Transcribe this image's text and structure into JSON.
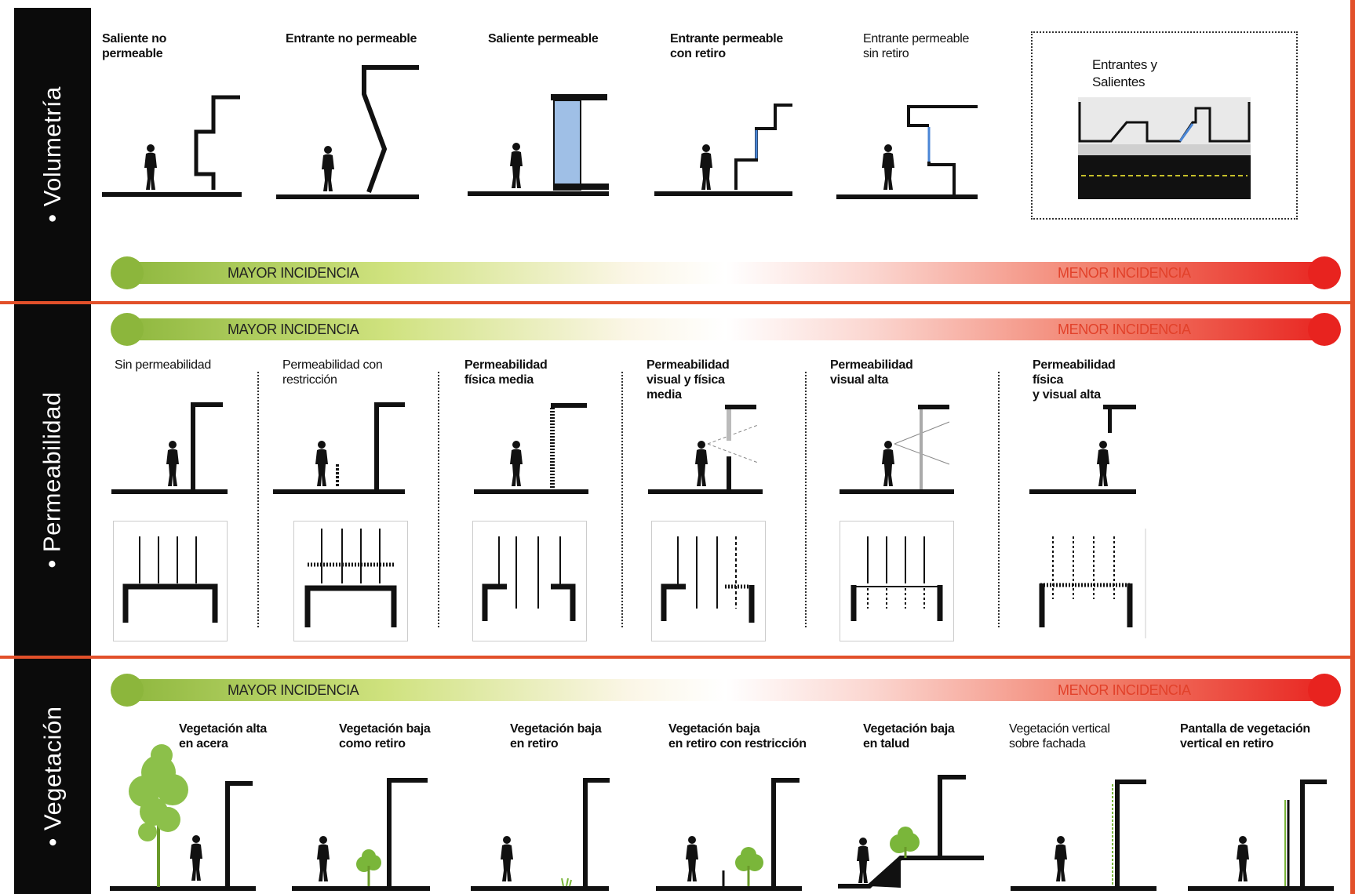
{
  "sections": {
    "volumetria": {
      "title": "• Volumetría",
      "bar": {
        "left": "MAYOR INCIDENCIA",
        "right": "MENOR INCIDENCIA"
      },
      "items": [
        "Saliente no\npermeable",
        "Entrante no permeable",
        "Saliente permeable",
        "Entrante permeable\ncon retiro",
        "Entrante permeable\nsin retiro"
      ],
      "inset_title": "Entrantes y\nSalientes"
    },
    "permeabilidad": {
      "title": "• Permeabilidad",
      "bar": {
        "left": "MAYOR INCIDENCIA",
        "right": "MENOR INCIDENCIA"
      },
      "items": [
        "Sin permeabilidad",
        "Permeabilidad con\nrestricción",
        "Permeabilidad\nfísica media",
        "Permeabilidad\nvisual y física\nmedia",
        "Permeabilidad\nvisual alta",
        "Permeabilidad\nfísica\ny visual alta"
      ]
    },
    "vegetacion": {
      "title": "• Vegetación",
      "bar": {
        "left": "MAYOR INCIDENCIA",
        "right": "MENOR INCIDENCIA"
      },
      "items": [
        "Vegetación alta\nen acera",
        "Vegetación baja\ncomo retiro",
        "Vegetación baja\nen retiro",
        "Vegetación baja\nen retiro con restricción",
        "Vegetación baja\nen talud",
        "Vegetación vertical\nsobre fachada",
        "Pantalla de vegetación\nvertical en retiro"
      ]
    }
  },
  "colors": {
    "accent_red": "#e2502a",
    "gradient_green": "#8cb63c",
    "gradient_red": "#e8231f",
    "sidebar": "#0b0b0b",
    "glass_blue": "#9fbfe6"
  }
}
